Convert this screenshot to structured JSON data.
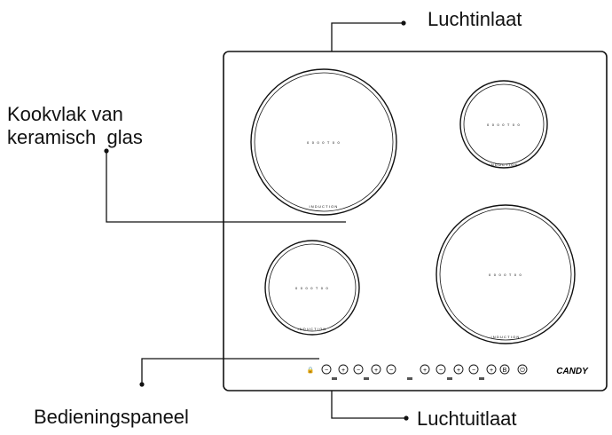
{
  "callouts": {
    "air_inlet": "Luchtinlaat",
    "glass_top_line1": "Kookvlak van",
    "glass_top_line2": "keramisch  glas",
    "control_panel": "Bedieningspaneel",
    "air_outlet": "Luchtuitlaat"
  },
  "hob": {
    "brand": "CANDY",
    "zone_label": "INDUCTION",
    "zone_marks": "0 0 0 0 T 0 0"
  },
  "controls": {
    "buttons": [
      {
        "name": "lock-icon",
        "glyph": "🔒"
      },
      {
        "name": "minus-icon",
        "glyph": "−"
      },
      {
        "name": "plus-icon",
        "glyph": "+"
      },
      {
        "name": "minus-icon",
        "glyph": "−"
      },
      {
        "name": "plus-icon",
        "glyph": "+"
      },
      {
        "name": "minus-icon",
        "glyph": "−"
      },
      {
        "name": "plus-icon",
        "glyph": "+"
      },
      {
        "name": "minus-icon",
        "glyph": "−"
      },
      {
        "name": "plus-icon",
        "glyph": "+"
      },
      {
        "name": "minus-icon",
        "glyph": "−"
      },
      {
        "name": "plus-icon",
        "glyph": "+"
      },
      {
        "name": "boost-icon",
        "glyph": "B"
      },
      {
        "name": "power-icon",
        "glyph": "⏻"
      }
    ]
  }
}
